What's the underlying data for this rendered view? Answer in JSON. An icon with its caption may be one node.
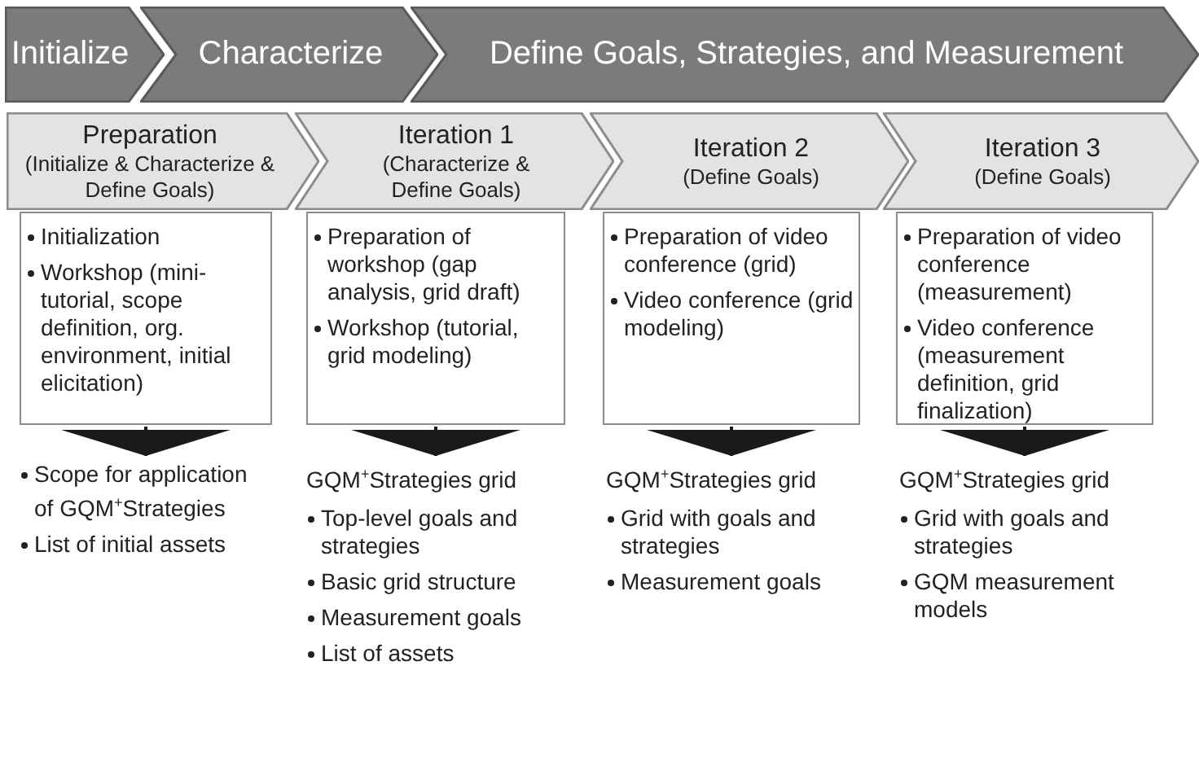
{
  "diagram": {
    "nodes": [
      {
        "text": [
          "Initialize"
        ]
      },
      {
        "text": [
          "Characterize"
        ]
      },
      {
        "text": [
          "Define Goals, Strategies, and Measurement"
        ]
      },
      {
        "text": [
          "Preparation",
          "(Initialize & Characterize & Define Goals)"
        ]
      },
      {
        "text": [
          "Iteration 1",
          "(Characterize & Define Goals)"
        ]
      },
      {
        "text": [
          "Iteration 2",
          "(Define Goals)"
        ]
      },
      {
        "text": [
          "Iteration 3",
          "(Define Goals)"
        ]
      },
      {
        "text": [
          "Initialization",
          "Workshop (mini-tutorial, scope definition, org. environment, initial elicitation)"
        ]
      },
      {
        "text": [
          "Preparation of workshop (gap analysis, grid draft)",
          "Workshop (tutorial, grid modeling)"
        ]
      },
      {
        "text": [
          "Preparation of video conference (grid)",
          "Video conference (grid modeling)"
        ]
      },
      {
        "text": [
          "Preparation of video conference (measurement)",
          "Video conference (measurement definition, grid finalization)"
        ]
      },
      {
        "text": [
          "Scope for application of GQM$^{+}$Strategies",
          "List of initial assets"
        ]
      },
      {
        "text": [
          "GQM$^{+}$Strategies grid",
          "Top-level goals and strategies",
          "Basic grid structure",
          "Measurement goals",
          "List of assets"
        ]
      },
      {
        "text": [
          "GQM$^{+}$Strategies grid",
          "Grid with goals and strategies",
          "Measurement goals"
        ]
      },
      {
        "text": [
          "GQM$^{+}$Strategies grid",
          "Grid with goals and strategies",
          "GQM measurement models"
        ]
      }
    ],
    "edges": [
      {
        "from": 7,
        "to": 11,
        "arrow": "to"
      },
      {
        "from": 8,
        "to": 12,
        "arrow": "to"
      },
      {
        "from": 9,
        "to": 13,
        "arrow": "to"
      },
      {
        "from": 10,
        "to": 14,
        "arrow": "to"
      }
    ]
  }
}
